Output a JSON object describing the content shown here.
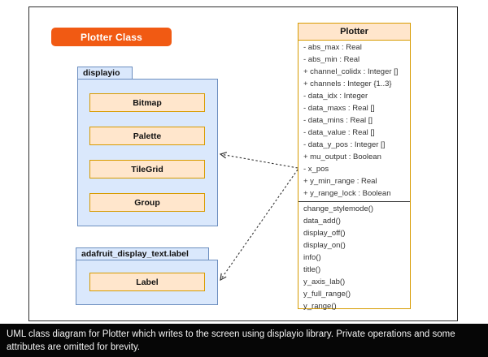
{
  "canvas": {
    "button": {
      "label": "Plotter Class"
    },
    "packages": [
      {
        "name": "displayio",
        "classes": [
          "Bitmap",
          "Palette",
          "TileGrid",
          "Group"
        ]
      },
      {
        "name": "adafruit_display_text.label",
        "classes": [
          "Label"
        ]
      }
    ],
    "plotter": {
      "title": "Plotter",
      "attributes": [
        "- abs_max : Real",
        "- abs_min : Real",
        "+ channel_colidx : Integer []",
        "+ channels : Integer {1..3}",
        "- data_idx : Integer",
        "- data_maxs : Real []",
        "- data_mins : Real []",
        "- data_value : Real []",
        "- data_y_pos : Integer []",
        "+ mu_output : Boolean",
        "- x_pos",
        "+ y_min_range : Real",
        "+ y_range_lock : Boolean"
      ],
      "methods": [
        "change_stylemode()",
        "data_add()",
        "display_off()",
        "display_on()",
        "info()",
        "title()",
        "y_axis_lab()",
        "y_full_range()",
        "y_range()"
      ]
    }
  },
  "caption": {
    "text": "UML class diagram for Plotter which writes to the screen using displayio library. Private operations and some attributes are omitted for brevity."
  },
  "colors": {
    "accent_orange": "#f15a13",
    "package_fill": "#dae8fc",
    "package_border": "#6c8ebf",
    "class_fill": "#ffe6cc",
    "class_border": "#d79b00",
    "caption_bg": "#060606",
    "arrow": "#333333"
  }
}
